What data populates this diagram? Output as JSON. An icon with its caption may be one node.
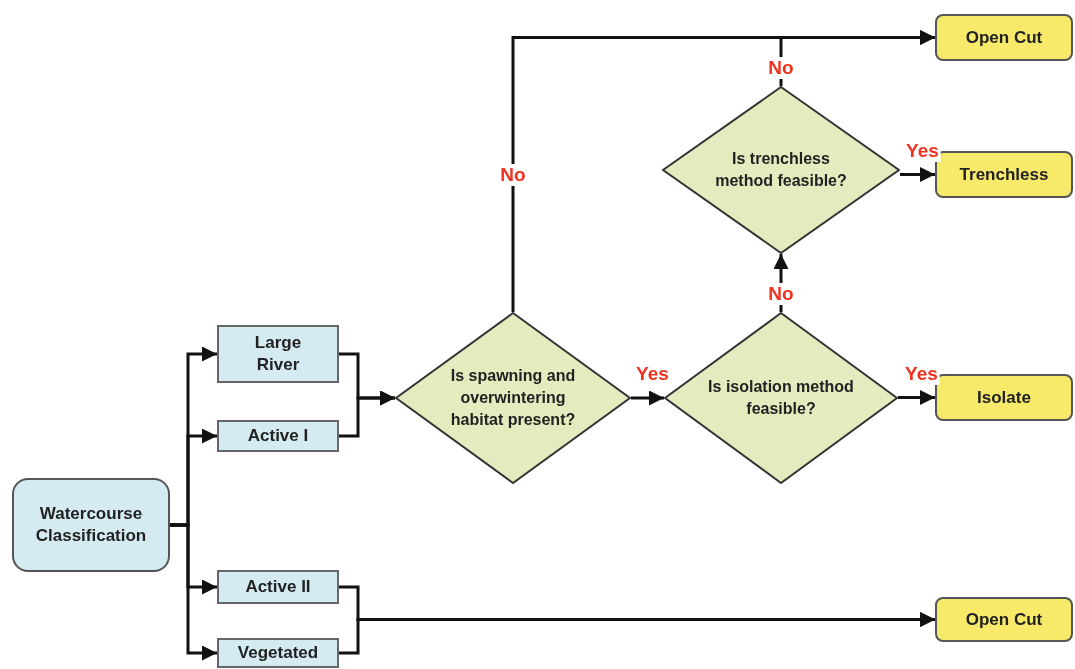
{
  "diagram": {
    "nodes": [
      {
        "text": [
          "Watercourse Classification"
        ]
      },
      {
        "text": [
          "Large River"
        ]
      },
      {
        "text": [
          "Active I"
        ]
      },
      {
        "text": [
          "Active II"
        ]
      },
      {
        "text": [
          "Vegetated"
        ]
      },
      {
        "text": [
          "Is spawning and overwintering habitat present?"
        ]
      },
      {
        "text": [
          "Is isolation method feasible?"
        ]
      },
      {
        "text": [
          "Is trenchless method feasible?"
        ]
      },
      {
        "text": [
          "Open Cut"
        ]
      },
      {
        "text": [
          "Trenchless"
        ]
      },
      {
        "text": [
          "Isolate"
        ]
      },
      {
        "text": [
          "Open Cut"
        ]
      }
    ],
    "edges": [
      {
        "from": 0,
        "to": 1,
        "arrow": "to"
      },
      {
        "from": 0,
        "to": 2,
        "arrow": "to"
      },
      {
        "from": 0,
        "to": 3,
        "arrow": "to"
      },
      {
        "from": 0,
        "to": 4,
        "arrow": "to"
      },
      {
        "from": 1,
        "to": 5,
        "arrow": "to"
      },
      {
        "from": 2,
        "to": 5,
        "arrow": "to"
      },
      {
        "from": 3,
        "to": 11,
        "arrow": "to"
      },
      {
        "from": 4,
        "to": 11,
        "arrow": "to"
      },
      {
        "from": 5,
        "to": 8,
        "arrow": "to",
        "label": "No"
      },
      {
        "from": 5,
        "to": 6,
        "arrow": "to",
        "label": "Yes"
      },
      {
        "from": 6,
        "to": 10,
        "arrow": "to",
        "label": "Yes"
      },
      {
        "from": 6,
        "to": 7,
        "arrow": "to",
        "label": "No"
      },
      {
        "from": 7,
        "to": 9,
        "arrow": "to",
        "label": "Yes"
      },
      {
        "from": 7,
        "to": 8,
        "arrow": "to",
        "label": "No"
      }
    ]
  }
}
